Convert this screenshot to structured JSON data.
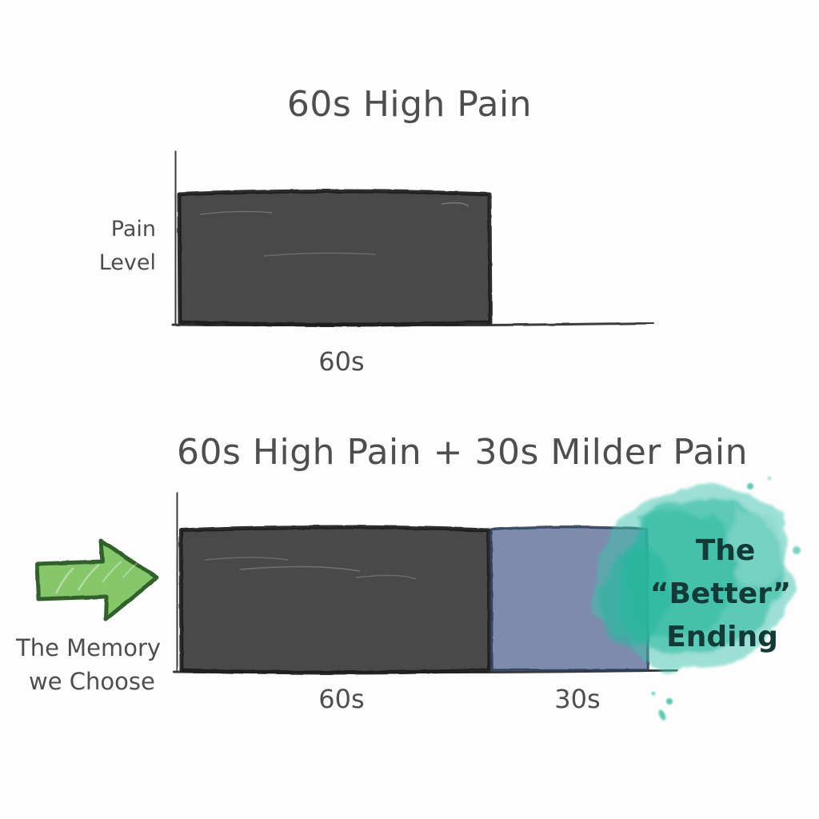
{
  "page": {
    "background": "#fdfdfd",
    "style": "hand-drawn whiteboard sketch"
  },
  "colors": {
    "ink": "#3a3a3a",
    "text": "#4e4e4e",
    "high_pain_bar": "#4a4a4a",
    "high_pain_outline": "#1d1d1d",
    "milder_pain_bar": "#7d8cad",
    "milder_pain_outline": "#2b3a55",
    "watercolor_teal": "#3fc3ad",
    "watercolor_teal_light": "#8ad8c9",
    "arrow_fill": "#7cc35f",
    "arrow_outline": "#31602a",
    "ending_text": "#123b38"
  },
  "chart_data": [
    {
      "id": "chart-top",
      "type": "bar",
      "title": "60s High Pain",
      "ylabel": "Pain Level",
      "xlabel": "",
      "orientation": "horizontal-time",
      "categories": [
        "60s"
      ],
      "values": [
        10
      ],
      "ylim": [
        0,
        12
      ],
      "grid": false,
      "legend": false,
      "series": [
        {
          "name": "High Pain",
          "values": [
            10
          ],
          "color": "#4a4a4a",
          "duration_label": "60s"
        }
      ],
      "tick_labels": [
        "60s"
      ],
      "annotations": []
    },
    {
      "id": "chart-bottom",
      "type": "bar",
      "title": "60s High Pain + 30s Milder Pain",
      "ylabel": "",
      "xlabel": "",
      "orientation": "horizontal-time",
      "categories": [
        "60s",
        "30s"
      ],
      "values": [
        10,
        9
      ],
      "ylim": [
        0,
        12
      ],
      "grid": false,
      "legend": false,
      "series": [
        {
          "name": "High Pain",
          "values": [
            10
          ],
          "color": "#4a4a4a",
          "duration_label": "60s"
        },
        {
          "name": "Milder Pain",
          "values": [
            9
          ],
          "color": "#7d8cad",
          "duration_label": "30s"
        }
      ],
      "tick_labels": [
        "60s",
        "30s"
      ],
      "annotations": [
        {
          "name": "better-ending",
          "lines": [
            "The",
            "“Better”",
            "Ending"
          ]
        },
        {
          "name": "memory-we-choose",
          "lines": [
            "The Memory",
            "we Choose"
          ]
        }
      ]
    }
  ],
  "charts": {
    "top": {
      "title": "60s High Pain",
      "y_axis_label_line1": "Pain",
      "y_axis_label_line2": "Level",
      "tick_60s": "60s"
    },
    "bottom": {
      "title": "60s High Pain + 30s Milder Pain",
      "tick_60s": "60s",
      "tick_30s": "30s"
    }
  },
  "annotations": {
    "memory": {
      "line1": "The Memory",
      "line2": "we Choose"
    },
    "better_ending": {
      "line1": "The",
      "line2": "“Better”",
      "line3": "Ending"
    }
  },
  "icons": {
    "arrow": "right-arrow-icon",
    "watercolor": "watercolor-blob-icon"
  }
}
